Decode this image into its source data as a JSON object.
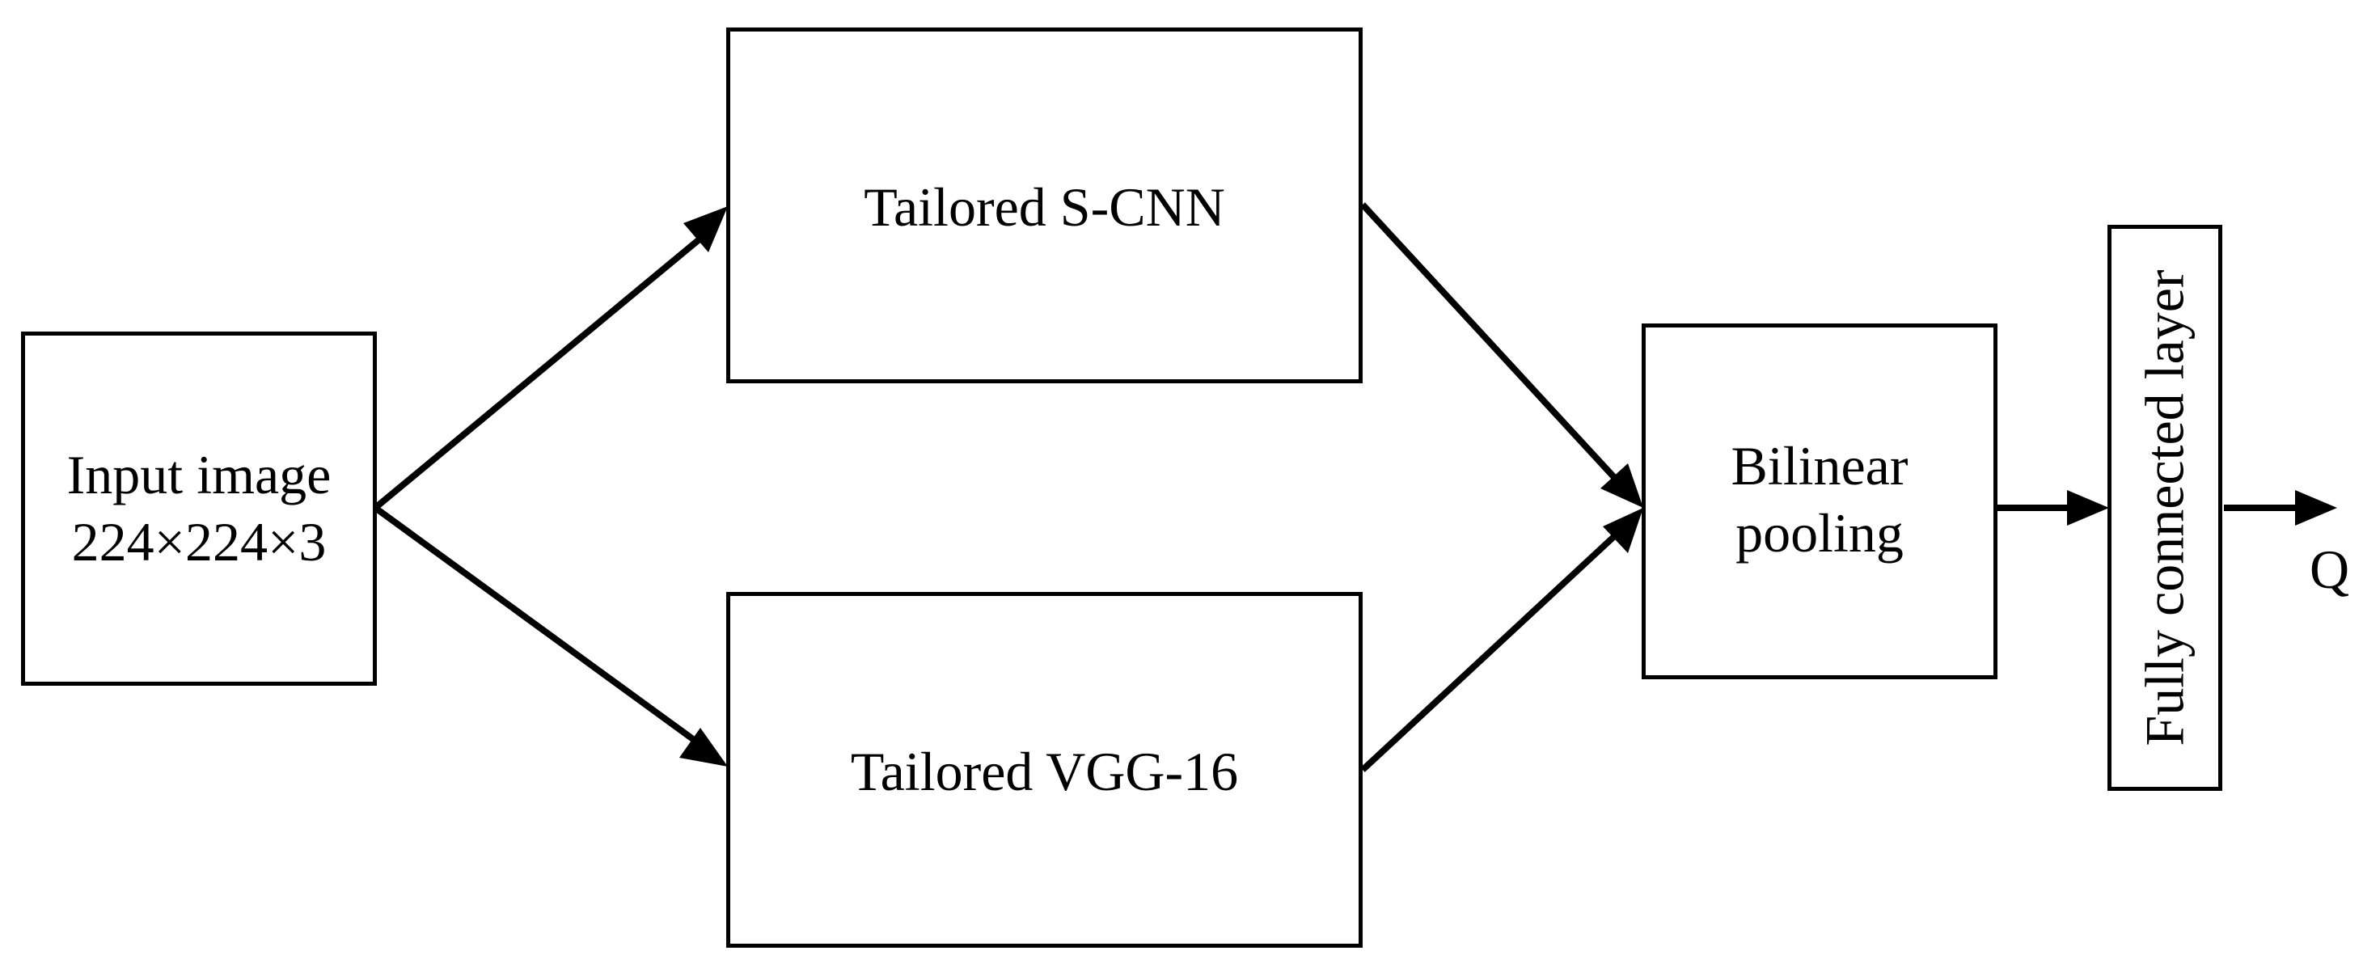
{
  "diagram": {
    "nodes": {
      "input": {
        "lines": [
          "Input image",
          "224×224×3"
        ]
      },
      "scnn": {
        "label": "Tailored S-CNN"
      },
      "vgg": {
        "label": "Tailored VGG-16"
      },
      "bilinear": {
        "lines": [
          "Bilinear",
          "pooling"
        ]
      },
      "fc": {
        "label": "Fully connected layer"
      }
    },
    "output_label": "Q",
    "edges": [
      {
        "from": "input",
        "to": "scnn"
      },
      {
        "from": "input",
        "to": "vgg"
      },
      {
        "from": "scnn",
        "to": "bilinear"
      },
      {
        "from": "vgg",
        "to": "bilinear"
      },
      {
        "from": "bilinear",
        "to": "fc"
      },
      {
        "from": "fc",
        "to": "output"
      }
    ],
    "colors": {
      "stroke": "#000000",
      "background": "#ffffff"
    }
  }
}
